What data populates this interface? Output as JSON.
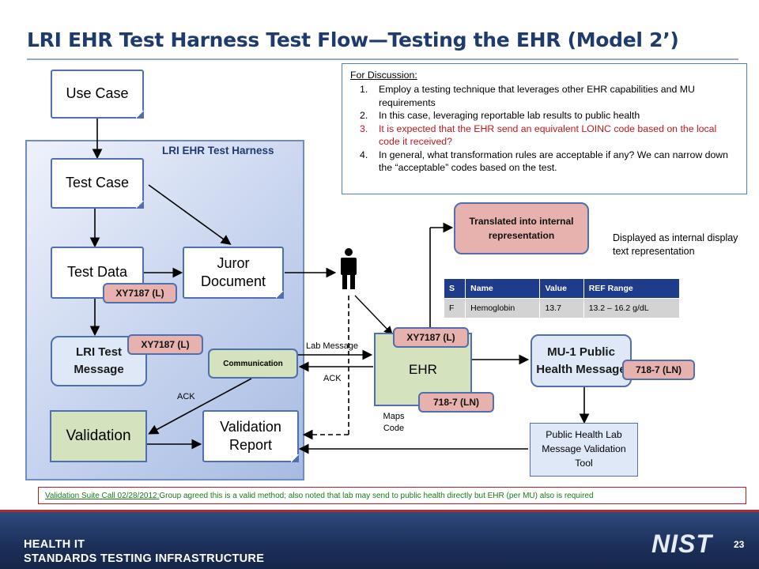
{
  "title": "LRI EHR Test Harness Test Flow—Testing the EHR (Model 2’)",
  "harness_label": "LRI EHR Test Harness",
  "nodes": {
    "use_case": "Use Case",
    "test_case": "Test Case",
    "test_data": "Test Data",
    "juror_document": "Juror Document",
    "lri_test_message": "LRI Test Message",
    "communication": "Communication",
    "validation": "Validation",
    "validation_report": "Validation Report",
    "ehr": "EHR",
    "translated": "Translated into internal representation",
    "mu1_message": "MU-1 Public Health Message",
    "validation_tool": "Public Health Lab Message Validation Tool"
  },
  "badges": {
    "xy_test_data": "XY7187 (L)",
    "xy_lri": "XY7187 (L)",
    "xy_ehr": "XY7187 (L)",
    "ln_ehr": "718-7 (LN)",
    "ln_mu1": "718-7 (LN)"
  },
  "edge_labels": {
    "lab_message": "Lab Message",
    "ack_right": "ACK",
    "ack_left": "ACK",
    "maps_code": "Maps Code"
  },
  "discussion": {
    "heading": "For Discussion:",
    "items": [
      {
        "n": "1.",
        "text": "Employ a testing technique that leverages other EHR capabilities and MU requirements",
        "highlight": false
      },
      {
        "n": "2.",
        "text": "In this case, leveraging reportable lab results to public health",
        "highlight": false
      },
      {
        "n": "3.",
        "text": "It is expected that the EHR send an equivalent LOINC code based on the local code it received?",
        "highlight": true
      },
      {
        "n": "4.",
        "text": "In general, what transformation rules are acceptable if any? We can narrow down the “acceptable” codes based on the test.",
        "highlight": false
      }
    ]
  },
  "display_note": "Displayed as internal display text representation",
  "lab_table": {
    "headers": [
      "S",
      "Name",
      "Value",
      "REF Range"
    ],
    "row": [
      "F",
      "Hemoglobin",
      "13.7",
      "13.2 – 16.2 g/dL"
    ]
  },
  "bottom_note": {
    "link": "Validation Suite Call 02/28/2012:",
    "text": " Group agreed this is a valid method; also noted that lab may send to public health directly but EHR (per MU) also is required"
  },
  "footer": {
    "line1": "HEALTH IT",
    "line2": "STANDARDS TESTING INFRASTRUCTURE",
    "logo": "NIST",
    "page": "23"
  },
  "colors": {
    "title": "#1f3b6e",
    "harness_border": "#6f8cc4",
    "badge_fill": "#e7b2ad",
    "green_fill": "#d4e2bd",
    "highlight_red": "#c0181b",
    "footer": "#1b2f59"
  }
}
